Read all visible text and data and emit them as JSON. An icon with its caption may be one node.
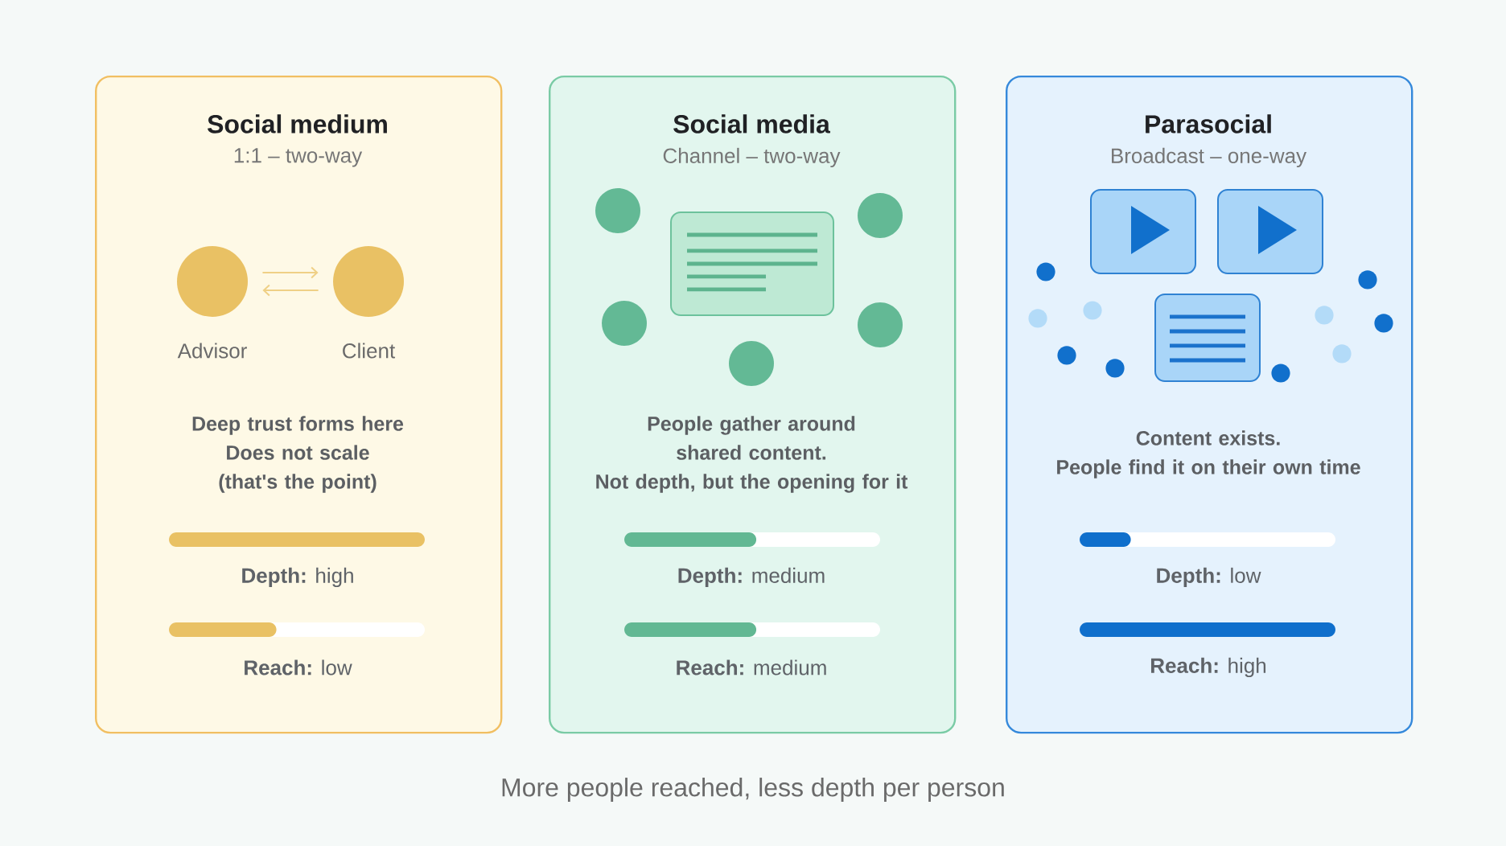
{
  "diagram": {
    "caption": "More people reached, less depth per person",
    "nodes": [
      {
        "text": [
          "Social medium",
          "1:1 – two-way",
          "Deep trust forms here Does not scale (that's the point)",
          "**Depth:** high",
          "**Reach:** low"
        ]
      },
      {
        "text": [],
        "shape": "circle",
        "in": 0,
        "beside": [
          "Advisor"
        ]
      },
      {
        "text": [],
        "shape": "circle",
        "in": 0,
        "beside": [
          "Client"
        ]
      },
      {
        "text": [
          "Social media",
          "Channel – two-way",
          "People gather around shared content. Not depth, but the opening for it",
          "**Depth:** medium",
          "**Reach:** medium"
        ]
      },
      {
        "text": [
          "Parasocial",
          "Broadcast – one-way",
          "Content exists. People find it on their own time",
          "**Depth:** low",
          "**Reach:** high"
        ]
      }
    ],
    "edges": [
      {
        "from": 1,
        "to": 2,
        "arrow": "to"
      },
      {
        "from": 2,
        "to": 1,
        "arrow": "to"
      }
    ]
  }
}
